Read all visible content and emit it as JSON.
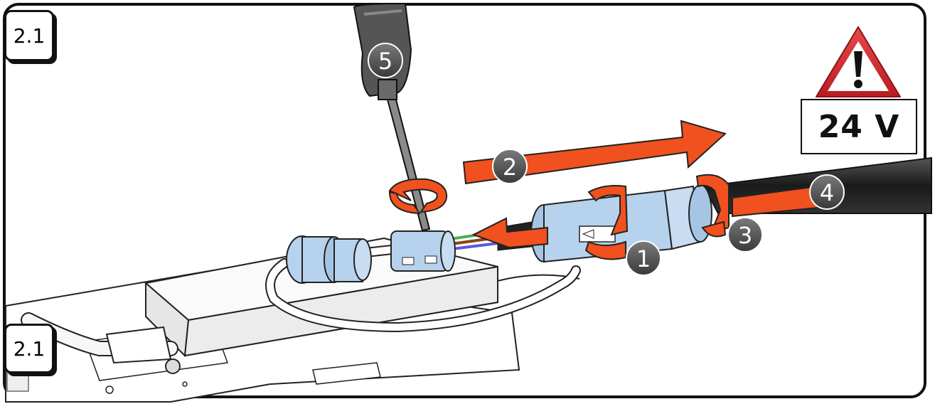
{
  "step_labels": {
    "top": "2.1",
    "bottom": "2.1"
  },
  "warning": {
    "voltage": "24 V",
    "icon": "warning-triangle-icon"
  },
  "callouts": [
    {
      "number": "1",
      "action": "twist-coupling-nut"
    },
    {
      "number": "2",
      "action": "slide-connector"
    },
    {
      "number": "3",
      "action": "twist-cable-gland"
    },
    {
      "number": "4",
      "action": "pull-cable"
    },
    {
      "number": "5",
      "action": "unscrew-terminal"
    }
  ],
  "colors": {
    "arrow": "#f0511e",
    "connector": "#b7d2ec",
    "badge": "#505050",
    "warning_red": "#d8262a"
  }
}
